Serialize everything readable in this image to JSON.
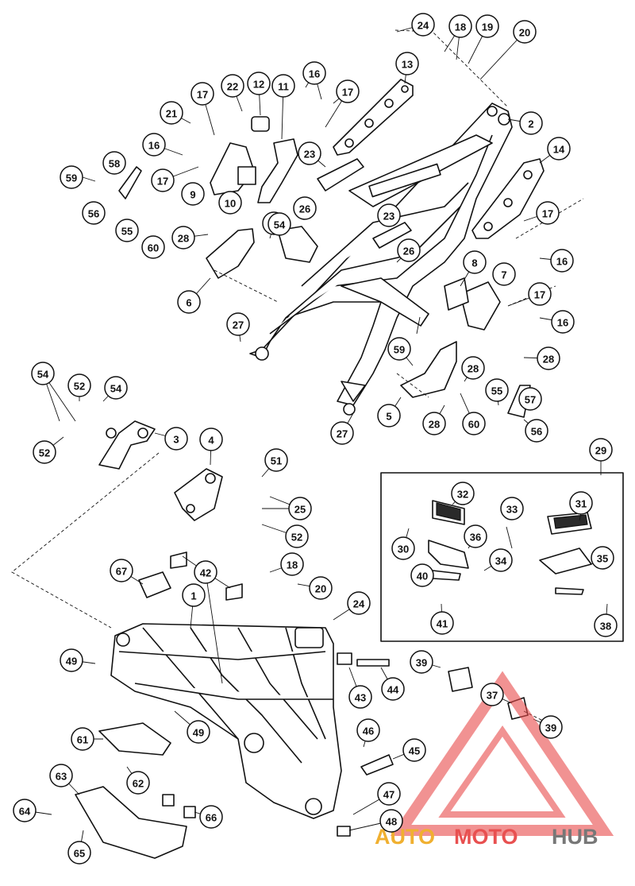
{
  "diagram": {
    "callouts": [
      {
        "label": "24"
      },
      {
        "label": "18"
      },
      {
        "label": "19"
      },
      {
        "label": "20"
      },
      {
        "label": "13"
      },
      {
        "label": "2"
      },
      {
        "label": "16"
      },
      {
        "label": "17"
      },
      {
        "label": "22"
      },
      {
        "label": "12"
      },
      {
        "label": "11"
      },
      {
        "label": "17"
      },
      {
        "label": "21"
      },
      {
        "label": "16"
      },
      {
        "label": "23"
      },
      {
        "label": "14"
      },
      {
        "label": "58"
      },
      {
        "label": "59"
      },
      {
        "label": "17"
      },
      {
        "label": "9"
      },
      {
        "label": "10"
      },
      {
        "label": "56"
      },
      {
        "label": "55"
      },
      {
        "label": "60"
      },
      {
        "label": "26"
      },
      {
        "label": "23"
      },
      {
        "label": "17"
      },
      {
        "label": "54"
      },
      {
        "label": "28"
      },
      {
        "label": "16"
      },
      {
        "label": "26"
      },
      {
        "label": "8"
      },
      {
        "label": "7"
      },
      {
        "label": "17"
      },
      {
        "label": "6"
      },
      {
        "label": "54"
      },
      {
        "label": "16"
      },
      {
        "label": "27"
      },
      {
        "label": "28"
      },
      {
        "label": "59"
      },
      {
        "label": "28"
      },
      {
        "label": "54"
      },
      {
        "label": "52"
      },
      {
        "label": "54"
      },
      {
        "label": "55"
      },
      {
        "label": "57"
      },
      {
        "label": "5"
      },
      {
        "label": "60"
      },
      {
        "label": "28"
      },
      {
        "label": "56"
      },
      {
        "label": "27"
      },
      {
        "label": "52"
      },
      {
        "label": "3"
      },
      {
        "label": "4"
      },
      {
        "label": "29"
      },
      {
        "label": "51"
      },
      {
        "label": "32"
      },
      {
        "label": "33"
      },
      {
        "label": "31"
      },
      {
        "label": "25"
      },
      {
        "label": "52"
      },
      {
        "label": "36"
      },
      {
        "label": "30"
      },
      {
        "label": "34"
      },
      {
        "label": "35"
      },
      {
        "label": "40"
      },
      {
        "label": "67"
      },
      {
        "label": "42"
      },
      {
        "label": "18"
      },
      {
        "label": "41"
      },
      {
        "label": "20"
      },
      {
        "label": "38"
      },
      {
        "label": "1"
      },
      {
        "label": "24"
      },
      {
        "label": "49"
      },
      {
        "label": "39"
      },
      {
        "label": "43"
      },
      {
        "label": "44"
      },
      {
        "label": "37"
      },
      {
        "label": "39"
      },
      {
        "label": "49"
      },
      {
        "label": "61"
      },
      {
        "label": "46"
      },
      {
        "label": "45"
      },
      {
        "label": "62"
      },
      {
        "label": "63"
      },
      {
        "label": "64"
      },
      {
        "label": "66"
      },
      {
        "label": "47"
      },
      {
        "label": "48"
      },
      {
        "label": "65"
      }
    ]
  },
  "watermark": {
    "word1": "AUTO",
    "word2": "MOTO",
    "word3": "HUB",
    "color1": "#f0b030",
    "color2": "#e85050",
    "color3": "#777777",
    "triangle_color": "#e84a4a"
  }
}
